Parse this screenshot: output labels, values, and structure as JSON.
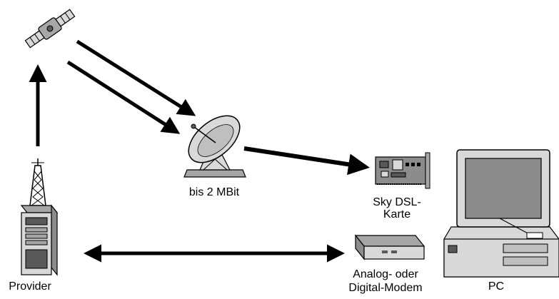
{
  "labels": {
    "dish": "bis 2 MBit",
    "card_line1": "Sky DSL-",
    "card_line2": "Karte",
    "provider": "Provider",
    "modem_line1": "Analog- oder",
    "modem_line2": "Digital-Modem",
    "pc": "PC"
  },
  "icons": [
    "satellite-icon",
    "satellite-dish-icon",
    "dsl-card-icon",
    "pc-icon",
    "modem-icon",
    "provider-server-icon",
    "antenna-tower-icon"
  ],
  "colors": {
    "line": "#000000",
    "grey_light": "#d9d9d9",
    "grey_mid": "#a6a6a6",
    "grey_dark": "#595959",
    "screen": "#8c8c8c"
  }
}
